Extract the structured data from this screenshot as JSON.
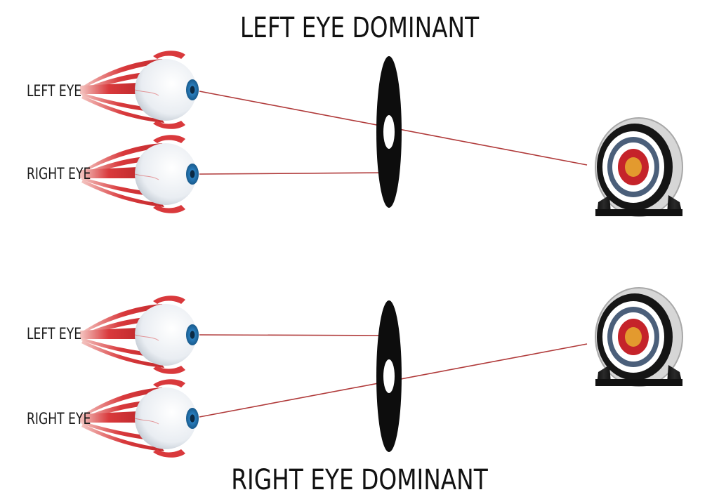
{
  "titles": {
    "top": "LEFT EYE DOMINANT",
    "bottom": "RIGHT EYE DOMINANT"
  },
  "panels": [
    {
      "dominant_eye": "left",
      "labels": {
        "left_eye": "LEFT EYE",
        "right_eye": "RIGHT EYE"
      }
    },
    {
      "dominant_eye": "right",
      "labels": {
        "left_eye": "LEFT EYE",
        "right_eye": "RIGHT EYE"
      }
    }
  ],
  "icons": {
    "eye": "eyeball-icon",
    "card": "card-with-hole-icon",
    "target": "archery-target-icon"
  },
  "colors": {
    "sight_line": "#b03a3a",
    "card": "#0d0d0d",
    "target_outer": "#cfcfcf",
    "target_rings": [
      "#141414",
      "#ffffff",
      "#4b5f7a",
      "#ffffff",
      "#c5232a",
      "#e39a2e"
    ],
    "iris": "#2a7fbf",
    "muscle": "#d9393c"
  }
}
